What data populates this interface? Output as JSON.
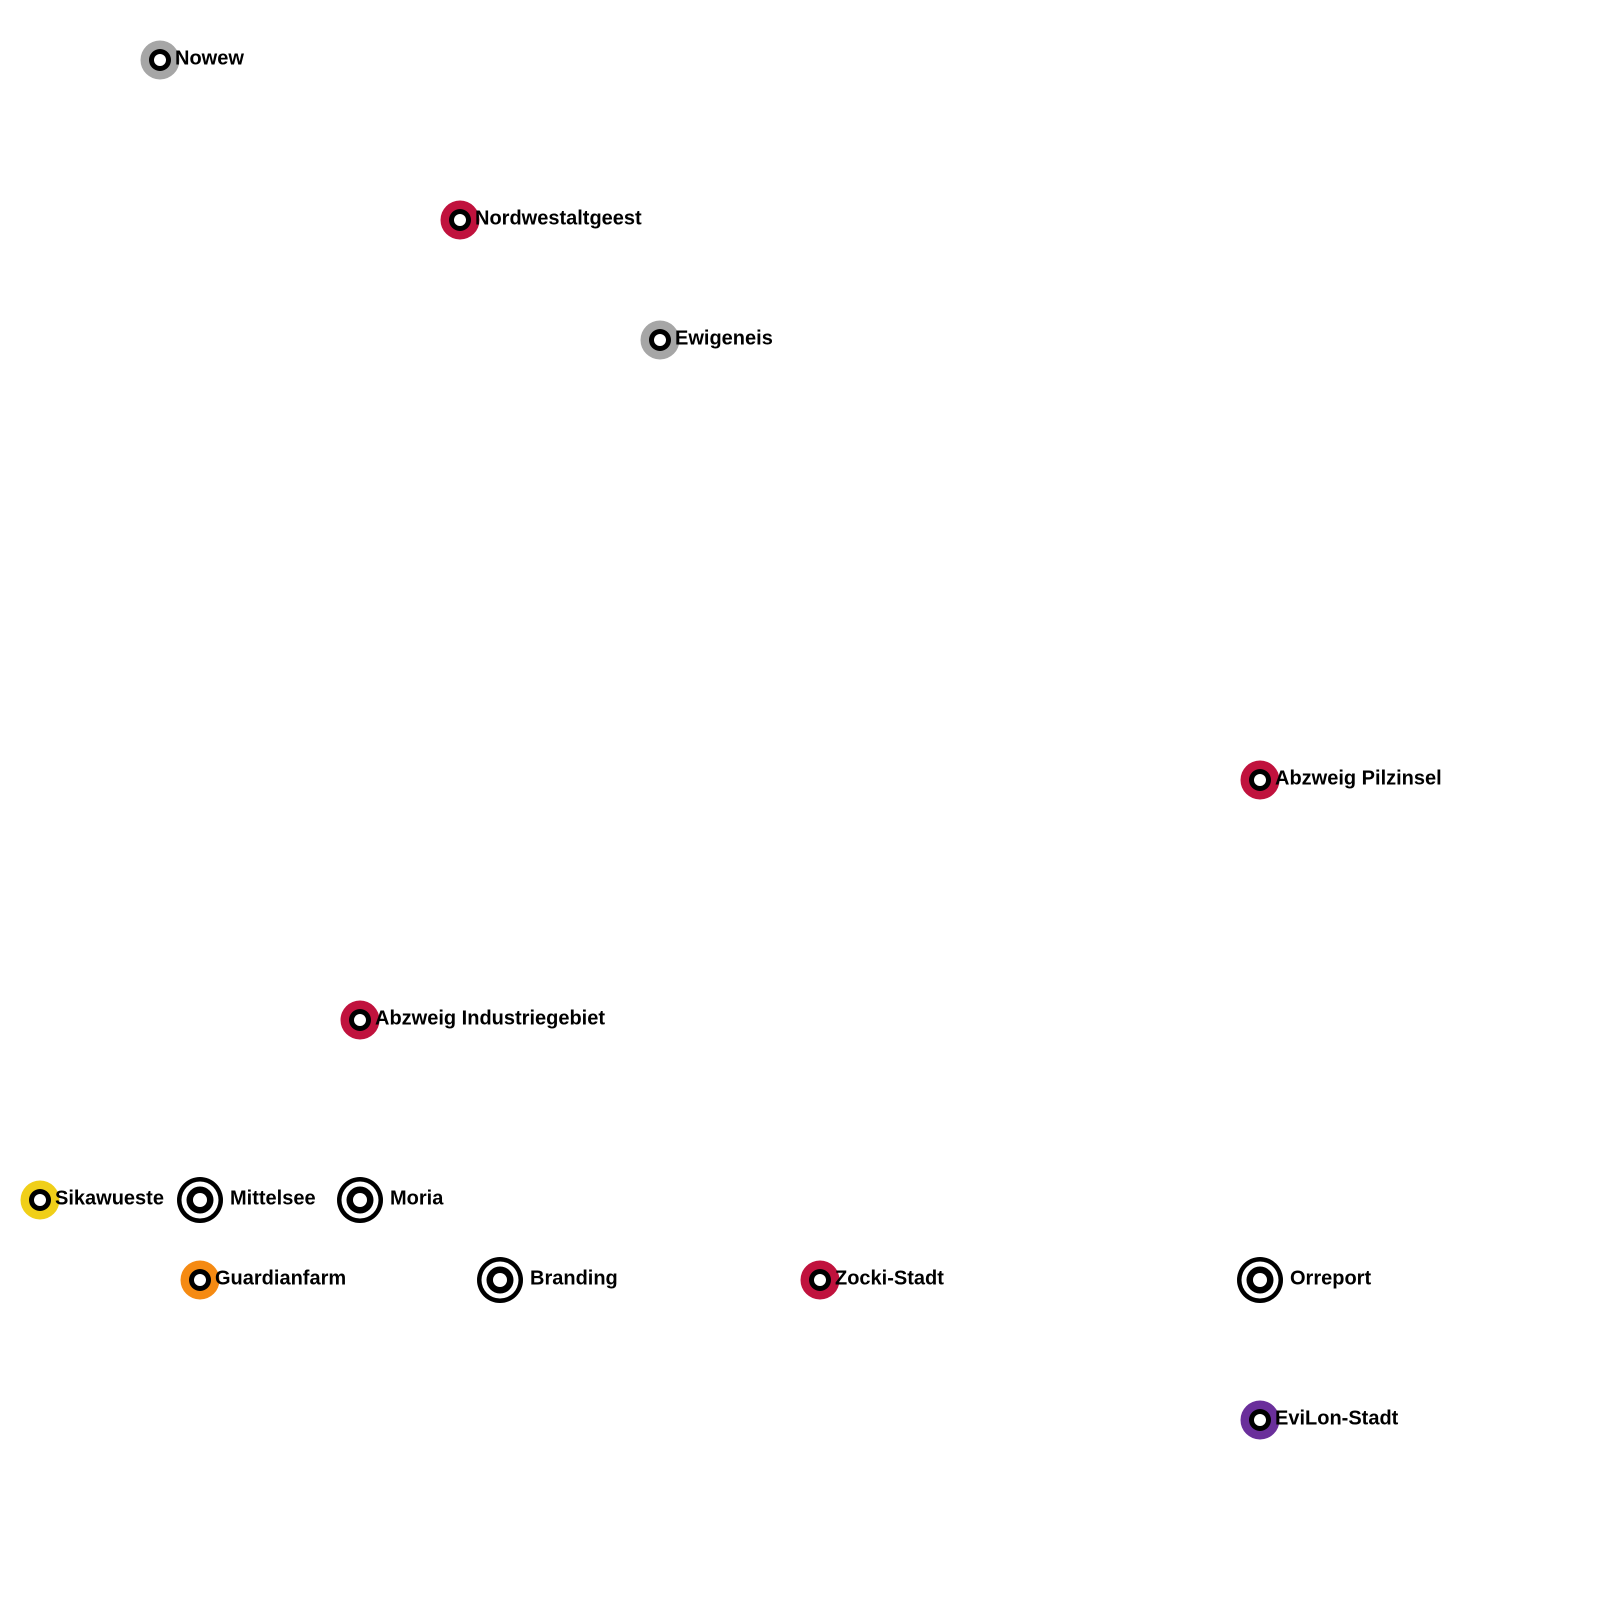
{
  "colors": {
    "red": "#c0123d",
    "grey": "#a6a6a6",
    "yellow": "#f0cf18",
    "orange": "#f58a12",
    "purple": "#6a2f9b",
    "interchange": "#000000"
  },
  "stations": [
    {
      "id": "nowew",
      "name": "Nowew",
      "type": "line",
      "color": "grey"
    },
    {
      "id": "nordwestaltgeest",
      "name": "Nordwestaltgeest",
      "type": "line",
      "color": "red"
    },
    {
      "id": "ewigeneis",
      "name": "Ewigeneis",
      "type": "line",
      "color": "grey"
    },
    {
      "id": "abzweig-pilzinsel",
      "name": "Abzweig Pilzinsel",
      "type": "line",
      "color": "red"
    },
    {
      "id": "abzweig-industriegebiet",
      "name": "Abzweig Industriegebiet",
      "type": "line",
      "color": "red"
    },
    {
      "id": "sikawueste",
      "name": "Sikawueste",
      "type": "line",
      "color": "yellow"
    },
    {
      "id": "mittelsee",
      "name": "Mittelsee",
      "type": "interchange",
      "color": "interchange"
    },
    {
      "id": "moria",
      "name": "Moria",
      "type": "interchange",
      "color": "interchange"
    },
    {
      "id": "guardianfarm",
      "name": "Guardianfarm",
      "type": "line",
      "color": "orange"
    },
    {
      "id": "branding",
      "name": "Branding",
      "type": "interchange",
      "color": "interchange"
    },
    {
      "id": "zocki-stadt",
      "name": "Zocki-Stadt",
      "type": "line",
      "color": "red"
    },
    {
      "id": "orreport",
      "name": "Orreport",
      "type": "interchange",
      "color": "interchange"
    },
    {
      "id": "evilon-stadt",
      "name": "EviLon-Stadt",
      "type": "line",
      "color": "purple"
    }
  ]
}
